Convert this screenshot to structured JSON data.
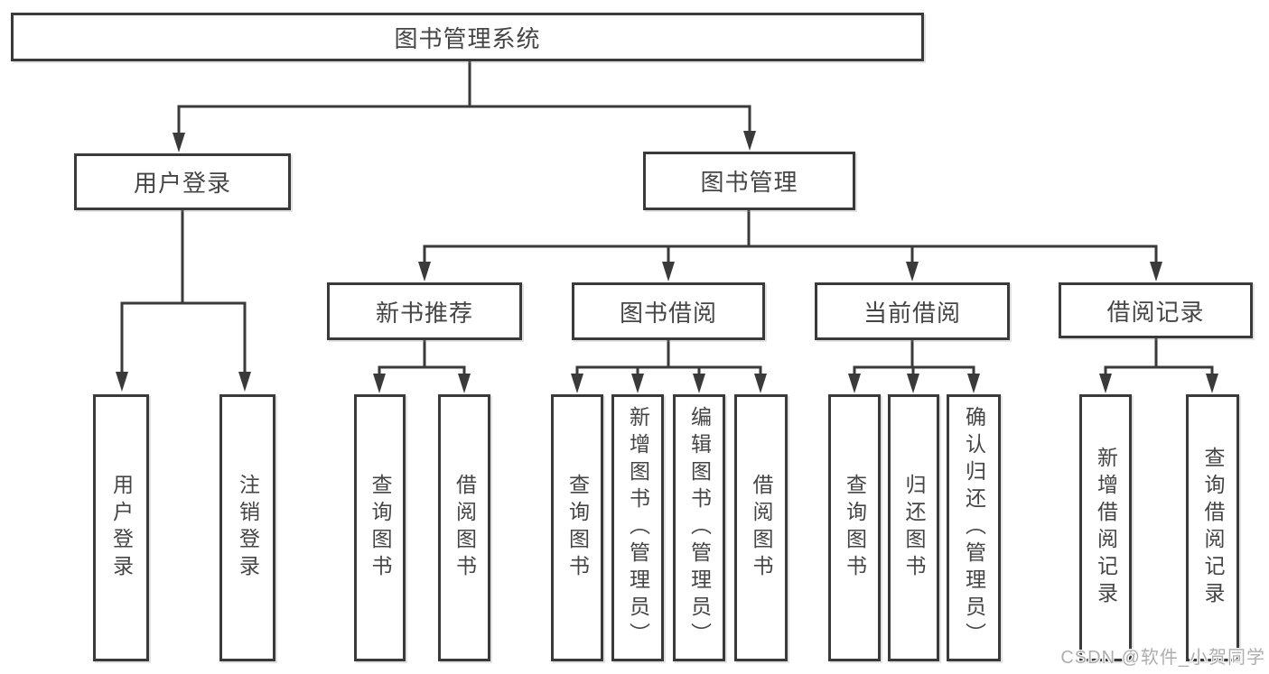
{
  "diagram": {
    "title": "图书管理系统",
    "colors": {
      "line": "#3a3a3a",
      "box_border": "#3a3a3a",
      "box_background": "#ffffff",
      "text": "#454545",
      "watermark_text": "#aeaeae"
    },
    "watermark": "CSDN @软件_小贺同学"
  },
  "nodes": {
    "root": "图书管理系统",
    "user_login": "用户登录",
    "book_mgmt": "图书管理",
    "new_book_rec": "新书推荐",
    "book_borrow": "图书借阅",
    "current_borrow": "当前借阅",
    "borrow_record": "借阅记录",
    "leaf_user_login": "用户登录",
    "leaf_logout": "注销登录",
    "leaf_query_book_1": "查询图书",
    "leaf_borrow_book_1": "借阅图书",
    "leaf_query_book_2": "查询图书",
    "leaf_add_book": "新增图书（管理员）",
    "leaf_edit_book": "编辑图书（管理员）",
    "leaf_borrow_book_2": "借阅图书",
    "leaf_query_book_3": "查询图书",
    "leaf_return_book": "归还图书",
    "leaf_confirm_return": "确认归还（管理员）",
    "leaf_add_record": "新增借阅记录",
    "leaf_query_record": "查询借阅记录"
  }
}
